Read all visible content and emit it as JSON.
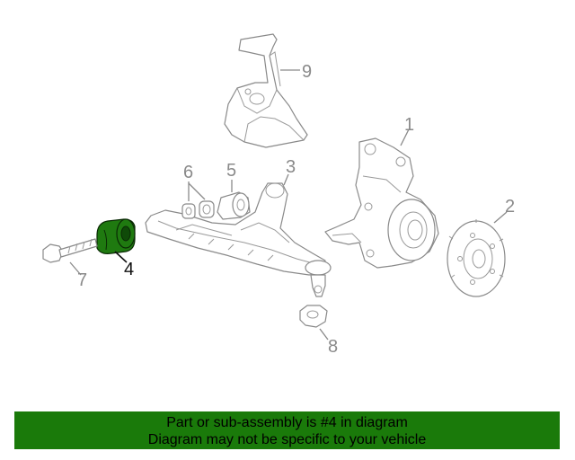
{
  "highlight_color": "#1a7a0a",
  "callouts": {
    "c1": "1",
    "c2": "2",
    "c3": "3",
    "c4": "4",
    "c5": "5",
    "c6": "6",
    "c7": "7",
    "c8": "8",
    "c9": "9"
  },
  "footer": {
    "line1": "Part or sub-assembly is #4 in diagram",
    "line2": "Diagram may not be specific to your vehicle"
  }
}
